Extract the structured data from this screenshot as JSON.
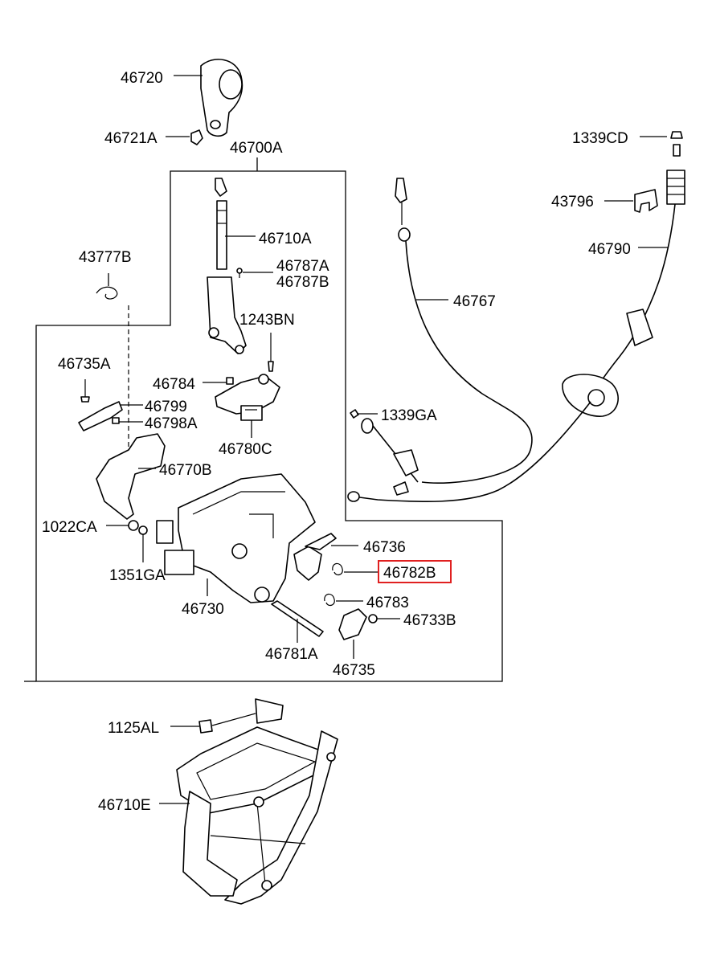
{
  "diagram": {
    "labels": {
      "l46720": "46720",
      "l46721A": "46721A",
      "l46700A": "46700A",
      "l1339CD": "1339CD",
      "l43796": "43796",
      "l46790": "46790",
      "l46710A": "46710A",
      "l46787A": "46787A",
      "l46787B": "46787B",
      "l43777B": "43777B",
      "l46767": "46767",
      "l1243BN": "1243BN",
      "l46735A": "46735A",
      "l46784": "46784",
      "l46799": "46799",
      "l46798A": "46798A",
      "l1339GA": "1339GA",
      "l46780C": "46780C",
      "l46770B": "46770B",
      "l1022CA": "1022CA",
      "l46736": "46736",
      "l46782B": "46782B",
      "l1351GA": "1351GA",
      "l46730": "46730",
      "l46783": "46783",
      "l46733B": "46733B",
      "l46781A": "46781A",
      "l46735": "46735",
      "l1125AL": "1125AL",
      "l46710E": "46710E"
    },
    "highlighted_part": "46782B",
    "highlight_color": "#e02020"
  }
}
